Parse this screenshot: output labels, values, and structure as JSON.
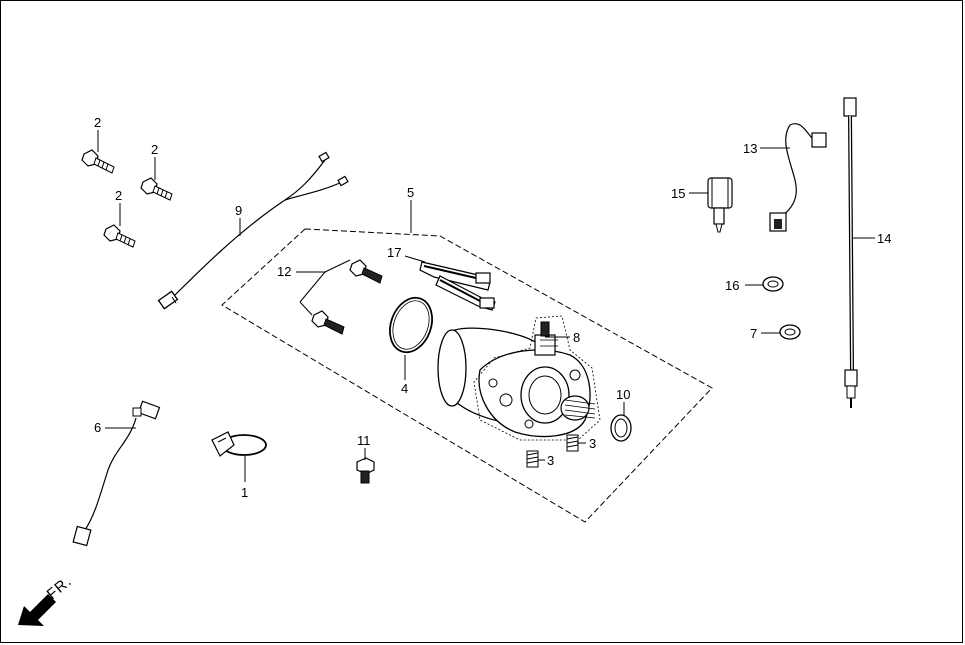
{
  "diagram": {
    "direction_label": "FR.",
    "callouts": {
      "c1": "1",
      "c2a": "2",
      "c2b": "2",
      "c2c": "2",
      "c3a": "3",
      "c3b": "3",
      "c4": "4",
      "c5": "5",
      "c6": "6",
      "c7": "7",
      "c8": "8",
      "c9": "9",
      "c10": "10",
      "c11": "11",
      "c12": "12",
      "c13": "13",
      "c14": "14",
      "c15": "15",
      "c16": "16",
      "c17": "17"
    }
  }
}
